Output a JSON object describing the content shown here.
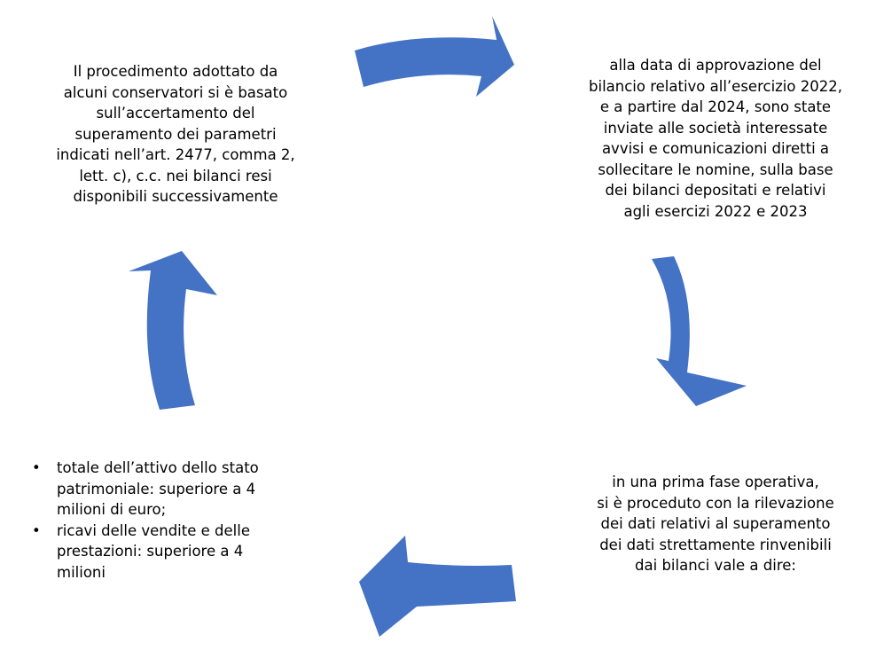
{
  "diagram": {
    "arrow_color": "#4472C4",
    "steps": [
      {
        "id": "top-left",
        "lines": [
          "Il procedimento adottato da",
          "alcuni conservatori si è basato",
          "sull’accertamento del",
          "superamento dei parametri",
          "indicati nell’art. 2477, comma 2,",
          "lett. c), c.c. nei bilanci resi",
          "disponibili successivamente"
        ]
      },
      {
        "id": "top-right",
        "lines": [
          "alla data di approvazione del",
          "bilancio relativo all’esercizio 2022,",
          "e a partire dal 2024, sono state",
          "inviate alle società interessate",
          "avvisi e comunicazioni diretti a",
          "sollecitare le nomine, sulla base",
          "dei bilanci depositati e relativi",
          "agli esercizi 2022 e 2023"
        ]
      },
      {
        "id": "bottom-right",
        "lines": [
          "in una prima fase operativa,",
          "si è proceduto con la rilevazione",
          "dei dati relativi al superamento",
          "dei dati strettamente rinvenibili",
          "dai bilanci vale a dire:"
        ]
      },
      {
        "id": "bottom-left",
        "bullet_symbol": "•",
        "bullets": [
          {
            "lines": [
              "totale dell’attivo dello stato",
              "patrimoniale: superiore a 4",
              "milioni di euro;"
            ]
          },
          {
            "lines": [
              "ricavi delle vendite e delle",
              "prestazioni: superiore a 4",
              "milioni"
            ]
          }
        ]
      }
    ]
  }
}
